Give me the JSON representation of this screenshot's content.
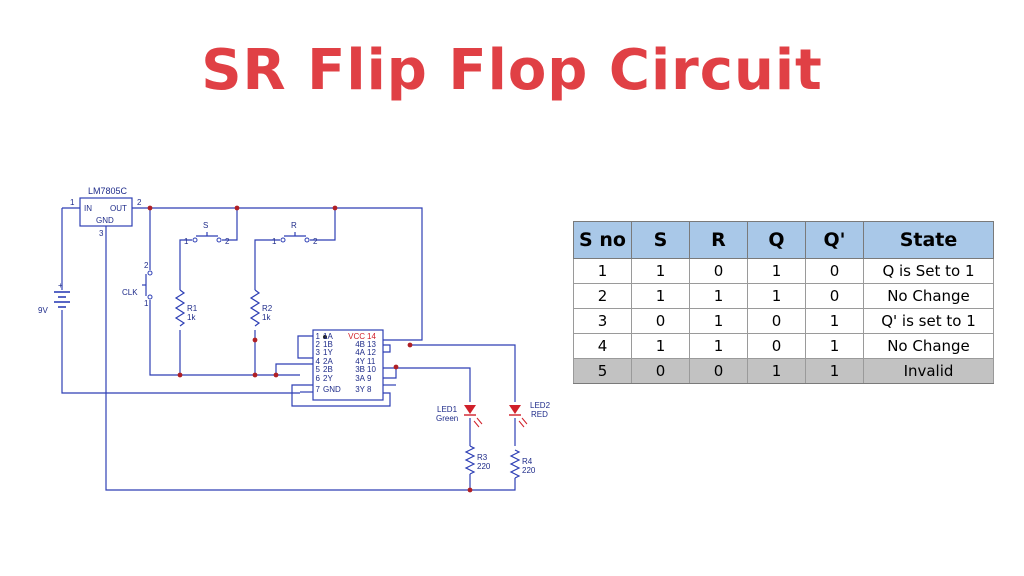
{
  "title": "SR Flip Flop Circuit",
  "colors": {
    "title": "#e04045",
    "wire": "#2e3fb5",
    "junction": "#b02025",
    "label": "#1f2c8a",
    "pin_red": "#d0202a",
    "table_header": "#a9c8e8",
    "table_highlight": "#c2c2c2"
  },
  "circuit": {
    "regulator": {
      "name": "LM7805C",
      "in": "IN",
      "out": "OUT",
      "gnd": "GND",
      "pin_in": "1",
      "pin_out": "2",
      "pin_gnd": "3"
    },
    "battery": {
      "label": "9V",
      "plus": "+"
    },
    "switches": {
      "s": {
        "label": "S",
        "pin1": "1",
        "pin2": "2"
      },
      "r": {
        "label": "R",
        "pin1": "1",
        "pin2": "2"
      },
      "clk": {
        "label": "CLK",
        "pin1": "1",
        "pin2": "2"
      }
    },
    "resistors": {
      "r1": {
        "name": "R1",
        "value": "1k"
      },
      "r2": {
        "name": "R2",
        "value": "1k"
      },
      "r3": {
        "name": "R3",
        "value": "220"
      },
      "r4": {
        "name": "R4",
        "value": "220"
      }
    },
    "leds": {
      "led1": {
        "name": "LED1",
        "color": "Green"
      },
      "led2": {
        "name": "LED2",
        "color": "RED"
      }
    },
    "ic": {
      "left_nums": [
        "1",
        "2",
        "3",
        "4",
        "5",
        "6",
        "7"
      ],
      "left_labels": [
        "1A",
        "1B",
        "1Y",
        "2A",
        "2B",
        "2Y",
        "GND"
      ],
      "right_labels": [
        "VCC",
        "4B",
        "4A",
        "4Y",
        "3B",
        "3A",
        "3Y"
      ],
      "right_nums": [
        "14",
        "13",
        "12",
        "11",
        "10",
        "9",
        "8"
      ]
    }
  },
  "truth_table": {
    "headers": [
      "S no",
      "S",
      "R",
      "Q",
      "Q'",
      "State"
    ],
    "rows": [
      [
        "1",
        "1",
        "0",
        "1",
        "0",
        "Q is Set to 1"
      ],
      [
        "2",
        "1",
        "1",
        "1",
        "0",
        "No Change"
      ],
      [
        "3",
        "0",
        "1",
        "0",
        "1",
        "Q' is set to 1"
      ],
      [
        "4",
        "1",
        "1",
        "0",
        "1",
        "No Change"
      ],
      [
        "5",
        "0",
        "0",
        "1",
        "1",
        "Invalid"
      ]
    ],
    "highlight_row": 4
  }
}
